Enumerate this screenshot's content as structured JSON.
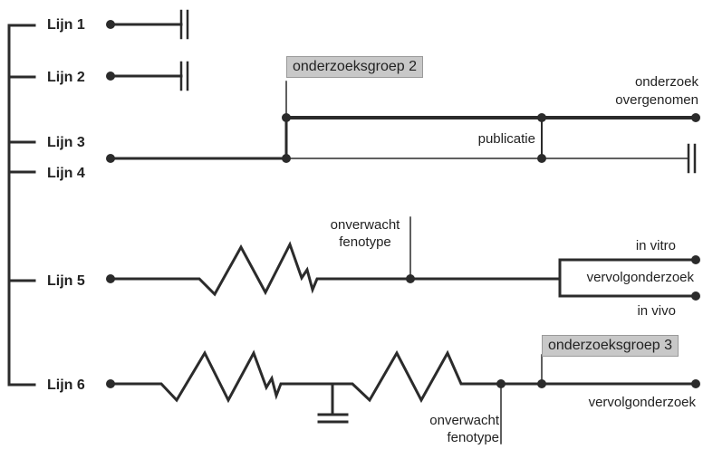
{
  "lanes": {
    "lijn1": "Lijn 1",
    "lijn2": "Lijn 2",
    "lijn3": "Lijn 3",
    "lijn4": "Lijn 4",
    "lijn5": "Lijn 5",
    "lijn6": "Lijn 6"
  },
  "boxes": {
    "group2": "onderzoeksgroep 2",
    "group3": "onderzoeksgroep 3"
  },
  "labels": {
    "takeover_1": "onderzoek",
    "takeover_2": "overgenomen",
    "publication": "publicatie",
    "unexpected_5_a": "onverwacht",
    "unexpected_5_b": "fenotype",
    "in_vitro": "in vitro",
    "followup_5": "vervolgonderzoek",
    "in_vivo": "in vivo",
    "unexpected_6_a": "onverwacht",
    "unexpected_6_b": "fenotype",
    "followup_6": "vervolgonderzoek"
  },
  "colors": {
    "line": "#2b2b2b",
    "box_fill": "#c8c8c8"
  }
}
